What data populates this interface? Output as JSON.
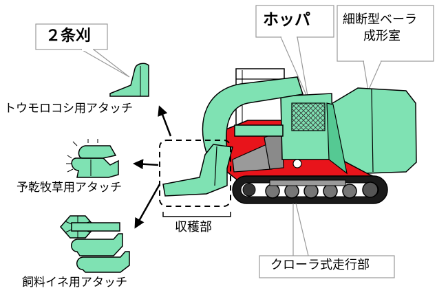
{
  "labels": {
    "two_row": "２条刈",
    "hopper": "ホッパ",
    "baler_line1": "細断型ベーラ",
    "baler_line2": "成形室",
    "corn_attachment": "トウモロコシ用アタッチ",
    "hay_attachment": "予乾牧草用アタッチ",
    "rice_attachment": "飼料イネ用アタッチ",
    "harvest_unit": "収穫部",
    "crawler": "クローラ式走行部"
  },
  "colors": {
    "mint": "#7fe2b3",
    "mint_dark": "#55c993",
    "red": "#e8141b",
    "gray": "#9a9a9a",
    "outline": "#000000"
  },
  "icons": {
    "attachment": "attachment-icon",
    "arrow": "arrow-icon"
  }
}
